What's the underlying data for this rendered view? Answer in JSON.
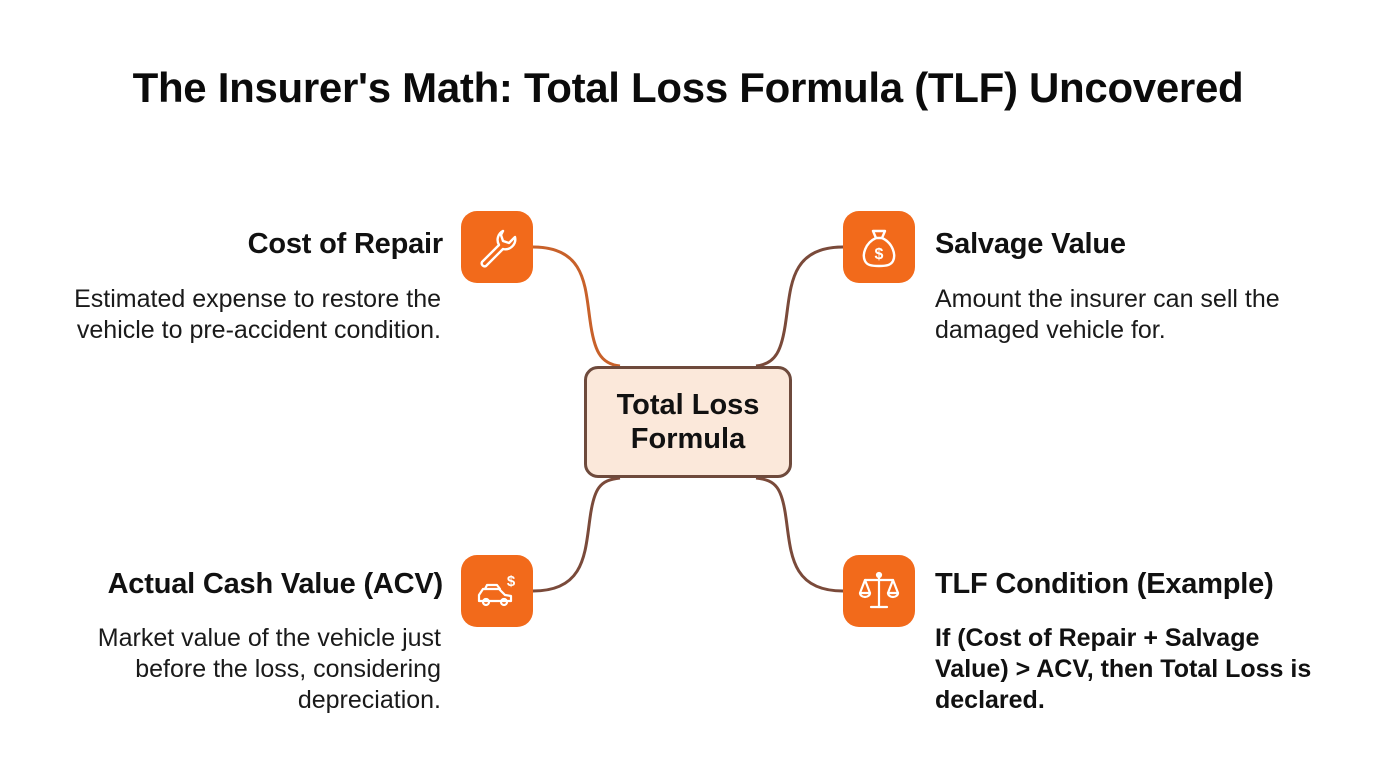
{
  "title": "The Insurer's Math: Total Loss Formula (TLF) Uncovered",
  "center": {
    "line1": "Total Loss",
    "line2": "Formula"
  },
  "nodes": {
    "cost_of_repair": {
      "title": "Cost of Repair",
      "desc_line1": "Estimated expense to restore the",
      "desc_line2": "vehicle to pre-accident condition.",
      "icon": "wrench-icon"
    },
    "salvage_value": {
      "title": "Salvage Value",
      "desc_line1": "Amount the insurer can sell the",
      "desc_line2": "damaged vehicle for.",
      "icon": "money-bag-icon"
    },
    "acv": {
      "title": "Actual Cash Value (ACV)",
      "desc_line1": "Market value of the vehicle just",
      "desc_line2": "before the loss, considering",
      "desc_line3": "depreciation.",
      "icon": "car-dollar-icon"
    },
    "tlf_condition": {
      "title": "TLF Condition (Example)",
      "desc_line1": "If (Cost of Repair + Salvage",
      "desc_line2": "Value) > ACV, then Total Loss is",
      "desc_line3": "declared.",
      "icon": "scales-icon"
    }
  },
  "colors": {
    "accent": "#f26a1b",
    "center_fill": "#fbe8da",
    "center_border": "#6e4a3c",
    "connector_left_top": "#c8612a",
    "connector_brown": "#7a4a3a"
  }
}
